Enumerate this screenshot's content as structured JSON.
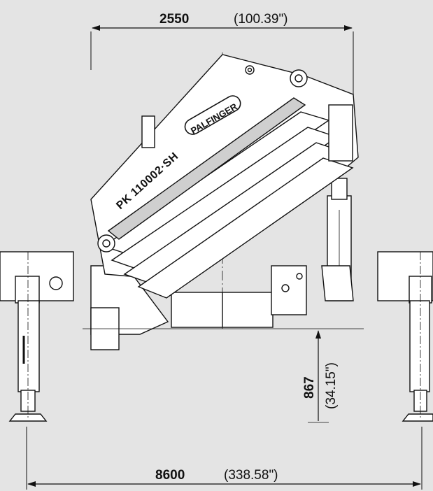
{
  "dimensions": {
    "top_width": {
      "value": "2550",
      "imperial": "(100.39\")"
    },
    "bottom_width": {
      "value": "8600",
      "imperial": "(338.58\")"
    },
    "height": {
      "value": "867",
      "imperial": "(34.15\")"
    }
  },
  "crane": {
    "model_label": "PK 110002·SH",
    "brand_label": "PALFINGER"
  },
  "colors": {
    "background": "#e4e4e4",
    "line": "#111111",
    "fill": "#ffffff",
    "shade": "#cfcfcf"
  }
}
